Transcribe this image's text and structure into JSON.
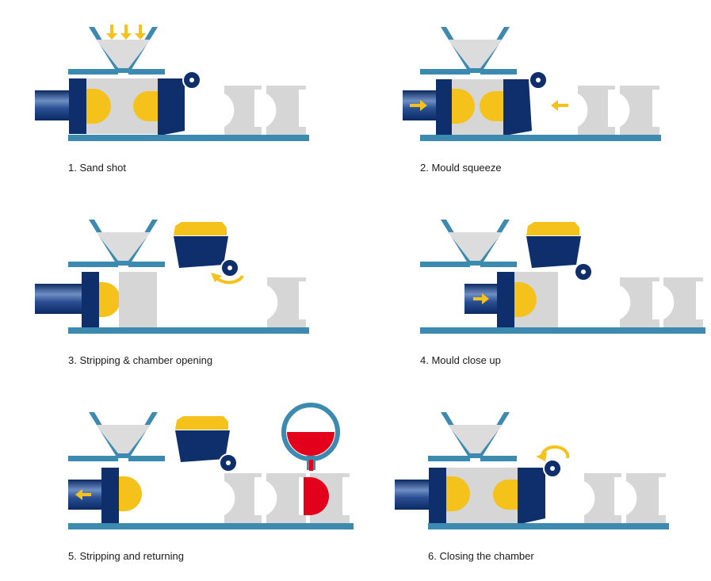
{
  "colors": {
    "navy": "#0e2f6c",
    "teal": "#3c8ab0",
    "sand": "#d6d6d6",
    "yellow": "#f4c21b",
    "red": "#e3001b",
    "rod": "#1e3f85"
  },
  "icons": [
    "funnel-icon",
    "arrow-down-icon",
    "arrow-right-icon",
    "arrow-left-icon",
    "rotate-arrow-icon",
    "pivot-icon",
    "ladle-icon"
  ],
  "steps": [
    {
      "caption": "1. Sand shot"
    },
    {
      "caption": "2. Mould squeeze"
    },
    {
      "caption": "3. Stripping & chamber opening"
    },
    {
      "caption": "4. Mould close up"
    },
    {
      "caption": "5. Stripping and returning"
    },
    {
      "caption": "6. Closing the chamber"
    }
  ]
}
